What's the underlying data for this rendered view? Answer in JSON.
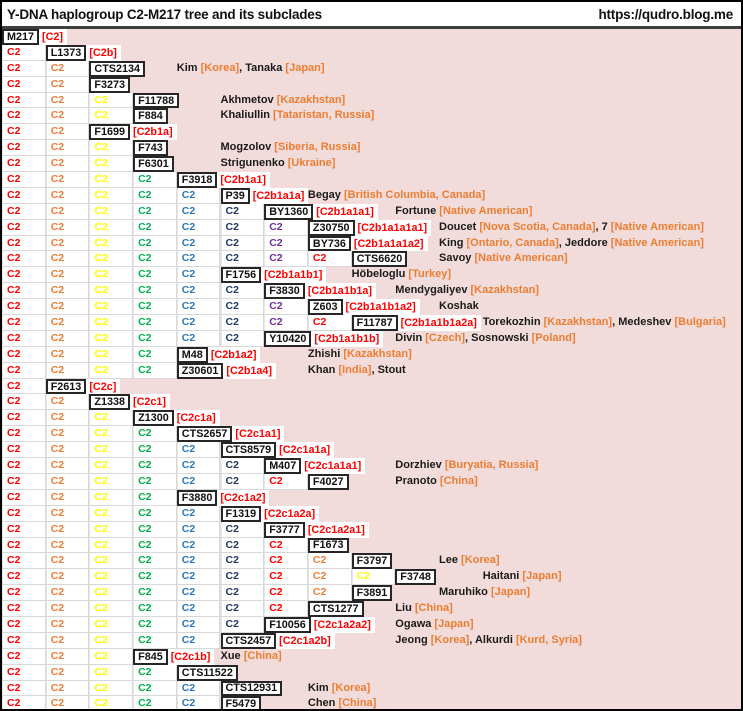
{
  "header": {
    "title": "Y-DNA haplogroup C2-M217 tree and its subclades",
    "url": "https://qudro.blog.me"
  },
  "colors": {
    "background": "#F2DCDB",
    "cell_background": "#FFFFFF",
    "box_border": "#262626",
    "grid_line": "#D8D8D8",
    "name_text": "#1A1A1A",
    "origin_text": "#ED7D31",
    "subclade_text": "#FF0000"
  },
  "palettes": {
    "a": [
      "#FF0000",
      "#ED7D31",
      "#FFFF00",
      "#00B050",
      "#2E75B6",
      "#1F3864",
      "#7030A0",
      "#FF0000"
    ],
    "b": [
      "#FF0000",
      "#ED7D31",
      "#FFFF00",
      "#00B050",
      "#2E75B6",
      "#1F3864",
      "#FF0000",
      "#ED7D31",
      "#FFFF00"
    ]
  },
  "tree": {
    "cell_text": "C2",
    "rows": [
      {
        "depth": 0,
        "palette": "a",
        "label": "M217",
        "sub": "[C2]",
        "people": [],
        "name_col": 0
      },
      {
        "depth": 1,
        "palette": "a",
        "label": "L1373",
        "sub": "[C2b]",
        "people": [],
        "name_col": 0
      },
      {
        "depth": 2,
        "palette": "a",
        "label": "CTS2134",
        "sub": "",
        "people": [
          {
            "name": "Kim",
            "origin": "[Korea]"
          },
          {
            "name": "Tanaka",
            "origin": "[Japan]"
          }
        ],
        "name_col": 4
      },
      {
        "depth": 2,
        "palette": "a",
        "label": "F3273",
        "sub": "",
        "people": [],
        "name_col": 0
      },
      {
        "depth": 3,
        "palette": "a",
        "label": "F11788",
        "sub": "",
        "people": [
          {
            "name": "Akhmetov",
            "origin": "[Kazakhstan]"
          }
        ],
        "name_col": 5
      },
      {
        "depth": 3,
        "palette": "a",
        "label": "F884",
        "sub": "",
        "people": [
          {
            "name": "Khaliullin",
            "origin": "[Tataristan, Russia]"
          }
        ],
        "name_col": 5
      },
      {
        "depth": 2,
        "palette": "a",
        "label": "F1699",
        "sub": "[C2b1a]",
        "people": [],
        "name_col": 0
      },
      {
        "depth": 3,
        "palette": "a",
        "label": "F743",
        "sub": "",
        "people": [
          {
            "name": "Mogzolov",
            "origin": "[Siberia, Russia]"
          }
        ],
        "name_col": 5
      },
      {
        "depth": 3,
        "palette": "a",
        "label": "F6301",
        "sub": "",
        "people": [
          {
            "name": "Strigunenko",
            "origin": "[Ukraine]"
          }
        ],
        "name_col": 5
      },
      {
        "depth": 4,
        "palette": "a",
        "label": "F3918",
        "sub": "[C2b1a1]",
        "people": [],
        "name_col": 0
      },
      {
        "depth": 5,
        "palette": "a",
        "label": "P39",
        "sub": "[C2b1a1a]",
        "people": [
          {
            "name": "Begay",
            "origin": "[British Columbia, Canada]"
          }
        ],
        "name_col": 7
      },
      {
        "depth": 6,
        "palette": "a",
        "label": "BY1360",
        "sub": "[C2b1a1a1]",
        "people": [
          {
            "name": "Fortune",
            "origin": "[Native American]"
          }
        ],
        "name_col": 9
      },
      {
        "depth": 7,
        "palette": "a",
        "label": "Z30750",
        "sub": "[C2b1a1a1a1]",
        "people": [
          {
            "name": "Doucet",
            "origin": "[Nova Scotia, Canada]"
          },
          {
            "name": "7",
            "origin": "[Native American]"
          }
        ],
        "name_col": 10
      },
      {
        "depth": 7,
        "palette": "a",
        "label": "BY736",
        "sub": "[C2b1a1a1a2]",
        "people": [
          {
            "name": "King",
            "origin": "[Ontario, Canada]"
          },
          {
            "name": "Jeddore",
            "origin": "[Native American]"
          }
        ],
        "name_col": 10
      },
      {
        "depth": 8,
        "palette": "a",
        "label": "CTS6620",
        "sub": "",
        "people": [
          {
            "name": "Savoy",
            "origin": "[Native American]"
          }
        ],
        "name_col": 10
      },
      {
        "depth": 5,
        "palette": "a",
        "label": "F1756",
        "sub": "[C2b1a1b1]",
        "people": [
          {
            "name": "Höbeloglu",
            "origin": "[Turkey]"
          }
        ],
        "name_col": 8
      },
      {
        "depth": 6,
        "palette": "a",
        "label": "F3830",
        "sub": "[C2b1a1b1a]",
        "people": [
          {
            "name": "Mendygaliyev",
            "origin": "[Kazakhstan]"
          }
        ],
        "name_col": 9
      },
      {
        "depth": 7,
        "palette": "a",
        "label": "Z603",
        "sub": "[C2b1a1b1a2]",
        "people": [
          {
            "name": "Koshak",
            "origin": ""
          }
        ],
        "name_col": 10
      },
      {
        "depth": 8,
        "palette": "a",
        "label": "F11787",
        "sub": "[C2b1a1b1a2a]",
        "people": [
          {
            "name": "Torekozhin",
            "origin": "[Kazakhstan]"
          },
          {
            "name": "Medeshev",
            "origin": "[Bulgaria]"
          }
        ],
        "name_col": 11
      },
      {
        "depth": 6,
        "palette": "a",
        "label": "Y10420",
        "sub": "[C2b1a1b1b]",
        "people": [
          {
            "name": "Divin",
            "origin": "[Czech]"
          },
          {
            "name": "Sosnowski",
            "origin": "[Poland]"
          }
        ],
        "name_col": 9
      },
      {
        "depth": 4,
        "palette": "a",
        "label": "M48",
        "sub": "[C2b1a2]",
        "people": [
          {
            "name": "Zhishi",
            "origin": "[Kazakhstan]"
          }
        ],
        "name_col": 7
      },
      {
        "depth": 4,
        "palette": "a",
        "label": "Z30601",
        "sub": "[C2b1a4]",
        "people": [
          {
            "name": "Khan",
            "origin": "[India]"
          },
          {
            "name": "Stout",
            "origin": ""
          }
        ],
        "name_col": 7
      },
      {
        "depth": 1,
        "palette": "b",
        "label": "F2613",
        "sub": "[C2c]",
        "people": [],
        "name_col": 0
      },
      {
        "depth": 2,
        "palette": "b",
        "label": "Z1338",
        "sub": "[C2c1]",
        "people": [],
        "name_col": 0
      },
      {
        "depth": 3,
        "palette": "b",
        "label": "Z1300",
        "sub": "[C2c1a]",
        "people": [],
        "name_col": 0
      },
      {
        "depth": 4,
        "palette": "b",
        "label": "CTS2657",
        "sub": "[C2c1a1]",
        "people": [],
        "name_col": 0
      },
      {
        "depth": 5,
        "palette": "b",
        "label": "CTS8579",
        "sub": "[C2c1a1a]",
        "people": [],
        "name_col": 0
      },
      {
        "depth": 6,
        "palette": "b",
        "label": "M407",
        "sub": "[C2c1a1a1]",
        "people": [
          {
            "name": "Dorzhiev",
            "origin": "[Buryatia, Russia]"
          }
        ],
        "name_col": 9
      },
      {
        "depth": 7,
        "palette": "b",
        "label": "F4027",
        "sub": "",
        "people": [
          {
            "name": "Pranoto",
            "origin": "[China]"
          }
        ],
        "name_col": 9
      },
      {
        "depth": 4,
        "palette": "b",
        "label": "F3880",
        "sub": "[C2c1a2]",
        "people": [],
        "name_col": 0
      },
      {
        "depth": 5,
        "palette": "b",
        "label": "F1319",
        "sub": "[C2c1a2a]",
        "people": [],
        "name_col": 0
      },
      {
        "depth": 6,
        "palette": "b",
        "label": "F3777",
        "sub": "[C2c1a2a1]",
        "people": [],
        "name_col": 0
      },
      {
        "depth": 7,
        "palette": "b",
        "label": "F1673",
        "sub": "",
        "people": [],
        "name_col": 0
      },
      {
        "depth": 8,
        "palette": "b",
        "label": "F3797",
        "sub": "",
        "people": [
          {
            "name": "Lee",
            "origin": "[Korea]"
          }
        ],
        "name_col": 10
      },
      {
        "depth": 9,
        "palette": "b",
        "label": "F3748",
        "sub": "",
        "people": [
          {
            "name": "Haitani",
            "origin": "[Japan]"
          }
        ],
        "name_col": 11
      },
      {
        "depth": 8,
        "palette": "b",
        "label": "F3891",
        "sub": "",
        "people": [
          {
            "name": "Maruhiko",
            "origin": "[Japan]"
          }
        ],
        "name_col": 10
      },
      {
        "depth": 7,
        "palette": "b",
        "label": "CTS1277",
        "sub": "",
        "people": [
          {
            "name": "Liu",
            "origin": "[China]"
          }
        ],
        "name_col": 9
      },
      {
        "depth": 6,
        "palette": "b",
        "label": "F10056",
        "sub": "[C2c1a2a2]",
        "people": [
          {
            "name": "Ogawa",
            "origin": "[Japan]"
          }
        ],
        "name_col": 9
      },
      {
        "depth": 5,
        "palette": "b",
        "label": "CTS2457",
        "sub": "[C2c1a2b]",
        "people": [
          {
            "name": "Jeong",
            "origin": "[Korea]"
          },
          {
            "name": "Alkurdi",
            "origin": "[Kurd, Syria]"
          }
        ],
        "name_col": 9
      },
      {
        "depth": 3,
        "palette": "b",
        "label": "F845",
        "sub": "[C2c1b]",
        "people": [
          {
            "name": "Xue",
            "origin": "[China]"
          }
        ],
        "name_col": 5
      },
      {
        "depth": 4,
        "palette": "b",
        "label": "CTS11522",
        "sub": "",
        "people": [],
        "name_col": 0
      },
      {
        "depth": 5,
        "palette": "b",
        "label": "CTS12931",
        "sub": "",
        "people": [
          {
            "name": "Kim",
            "origin": "[Korea]"
          }
        ],
        "name_col": 7
      },
      {
        "depth": 5,
        "palette": "b",
        "label": "F5479",
        "sub": "",
        "people": [
          {
            "name": "Chen",
            "origin": "[China]"
          }
        ],
        "name_col": 7
      }
    ]
  }
}
